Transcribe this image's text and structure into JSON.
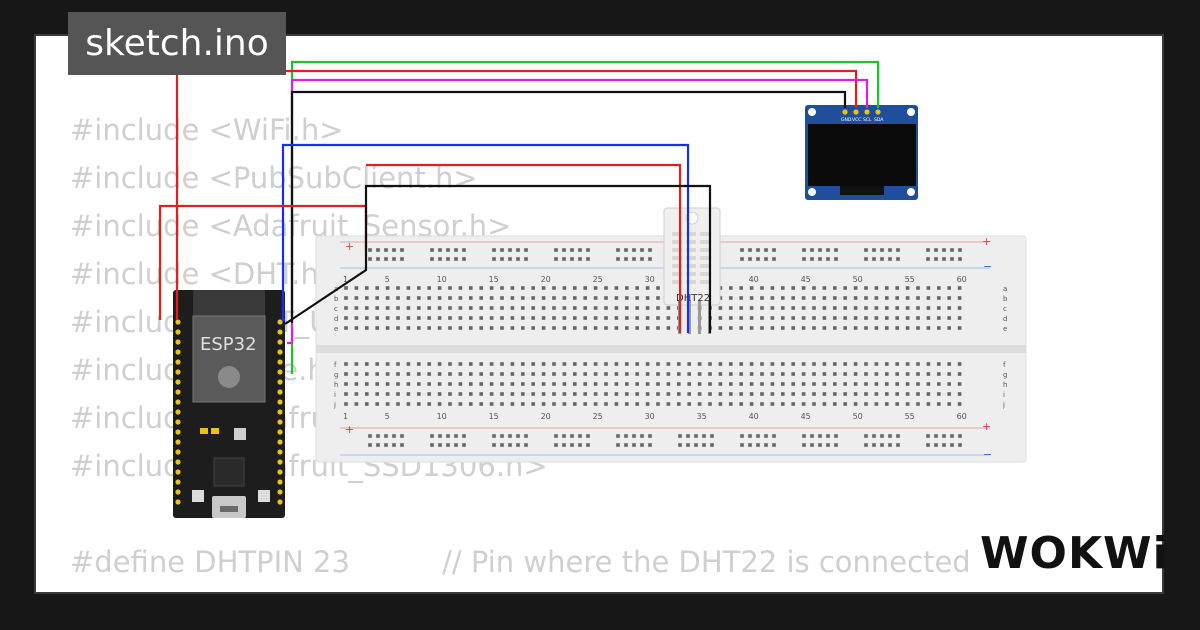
{
  "window": {
    "title": "sketch.ino"
  },
  "brand": {
    "logo_text": "WOKWi"
  },
  "code": {
    "lines": [
      "#include <WiFi.h>",
      "#include <PubSubClient.h>",
      "#include <Adafruit_Sensor.h>",
      "#include <DHT.h>",
      "#include <DHT_U.h>",
      "#include <Wire.h>",
      "#include <Adafruit_GFX.h>",
      "#include <Adafruit_SSD1306.h>",
      "",
      "#define DHTPIN 23          // Pin where the DHT22 is connected"
    ]
  },
  "components": {
    "mcu_label": "ESP32",
    "sensor_label": "DHT22",
    "oled_pins": [
      "GND",
      "VCC",
      "SCL",
      "SDA"
    ],
    "breadboard_numbers": [
      "1",
      "5",
      "10",
      "15",
      "20",
      "25",
      "30",
      "35",
      "40",
      "45",
      "50",
      "55",
      "60"
    ],
    "breadboard_rows_top": [
      "a",
      "b",
      "c",
      "d",
      "e"
    ],
    "breadboard_rows_bottom": [
      "f",
      "g",
      "h",
      "i",
      "j"
    ],
    "rail_plus": "+",
    "rail_minus": "−"
  },
  "colors": {
    "wire_red": "#e02020",
    "wire_blue": "#1a2ee6",
    "wire_black": "#111111",
    "wire_green": "#22c02a",
    "wire_magenta": "#e020e0",
    "oled_board": "#1f4f9a",
    "esp_board": "#1d1d1d",
    "pin_gold": "#e8c21a"
  }
}
